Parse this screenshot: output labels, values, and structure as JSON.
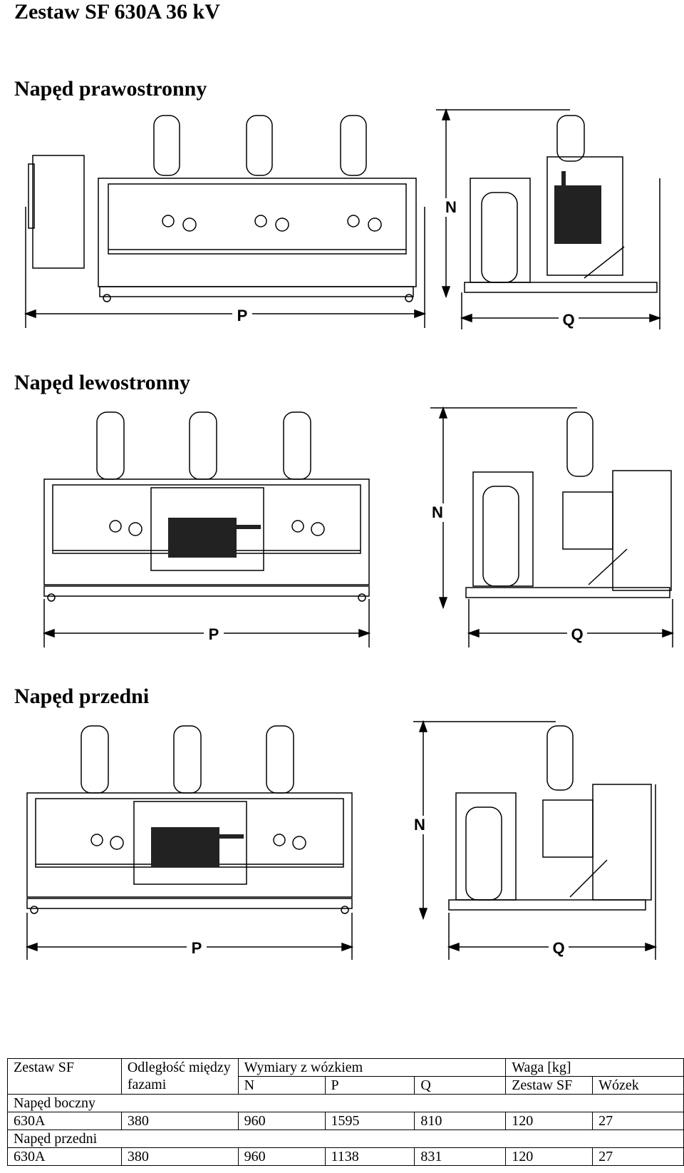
{
  "document": {
    "title": "Zestaw SF 630A 36 kV",
    "sections": [
      {
        "heading": "Napęd prawostronny",
        "dims": {
          "p": "P",
          "q": "Q",
          "n": "N"
        }
      },
      {
        "heading": "Napęd lewostronny",
        "dims": {
          "p": "P",
          "q": "Q",
          "n": "N"
        }
      },
      {
        "heading": "Napęd przedni",
        "dims": {
          "p": "P",
          "q": "Q",
          "n": "N"
        }
      }
    ],
    "colors": {
      "line": "#000000",
      "panel": "#222222",
      "background": "#ffffff"
    }
  },
  "table": {
    "header": {
      "col1": "Zestaw SF",
      "col2": "Odległość między fazami",
      "dims_group": "Wymiary z  wózkiem",
      "weight_group": "Waga [kg]",
      "n": "N",
      "p": "P",
      "q": "Q",
      "w_set": "Zestaw SF",
      "w_cart": "Wózek"
    },
    "groups": [
      {
        "label": "Napęd boczny",
        "row": {
          "model": "630A",
          "phase": "380",
          "n": "960",
          "p": "1595",
          "q": "810",
          "w_set": "120",
          "w_cart": "27"
        }
      },
      {
        "label": "Napęd przedni",
        "row": {
          "model": "630A",
          "phase": "380",
          "n": "960",
          "p": "1138",
          "q": "831",
          "w_set": "120",
          "w_cart": "27"
        }
      }
    ]
  }
}
